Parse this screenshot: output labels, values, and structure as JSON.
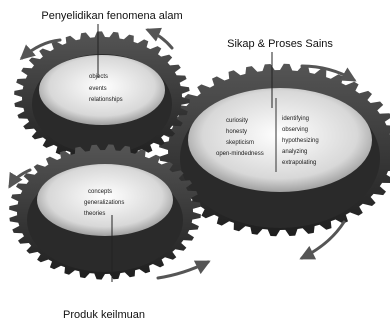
{
  "captions": {
    "top": "Penyelidikan fenomena alam",
    "right": "Sikap & Proses Sains",
    "bottom": "Produk keilmuan"
  },
  "gear_top_left": {
    "labels": [
      "objects",
      "events",
      "relationships"
    ]
  },
  "gear_bottom_left": {
    "labels": [
      "concepts",
      "generalizations",
      "theories"
    ]
  },
  "gear_right": {
    "attitudes": [
      "curiosity",
      "honesty",
      "skepticism",
      "open-mindedness"
    ],
    "processes": [
      "identifying",
      "observing",
      "hypothesizing",
      "analyzing",
      "extrapolating"
    ]
  },
  "colors": {
    "gear_dark": "#3a3a3a",
    "gear_mid": "#6b6b6b",
    "gear_face": "#e9e9e9",
    "arrow": "#555555"
  }
}
